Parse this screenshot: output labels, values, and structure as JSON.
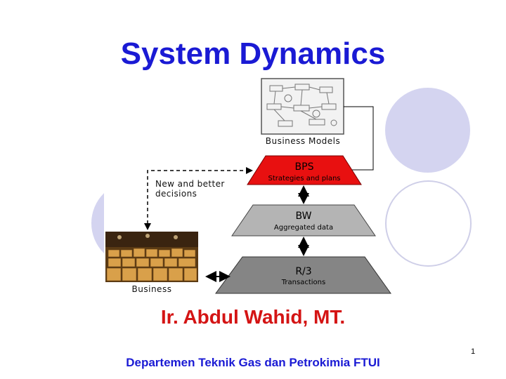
{
  "slide": {
    "title": "System Dynamics",
    "author": "Ir. Abdul Wahid, MT.",
    "department": "Departemen Teknik Gas dan Petrokimia FTUI",
    "page_number": "1"
  },
  "diagram": {
    "business_models_label": "Business Models",
    "decisions_label_line1": "New and better",
    "decisions_label_line2": "decisions",
    "business_label": "Business",
    "layers": [
      {
        "title": "BPS",
        "subtitle": "Strategies and plans",
        "color": "#e81010"
      },
      {
        "title": "BW",
        "subtitle": "Aggregated data",
        "color": "#b4b4b4"
      },
      {
        "title": "R/3",
        "subtitle": "Transactions",
        "color": "#858585"
      }
    ]
  },
  "colors": {
    "title": "#1a1ad4",
    "author": "#d41414",
    "department": "#1a1ad4"
  }
}
